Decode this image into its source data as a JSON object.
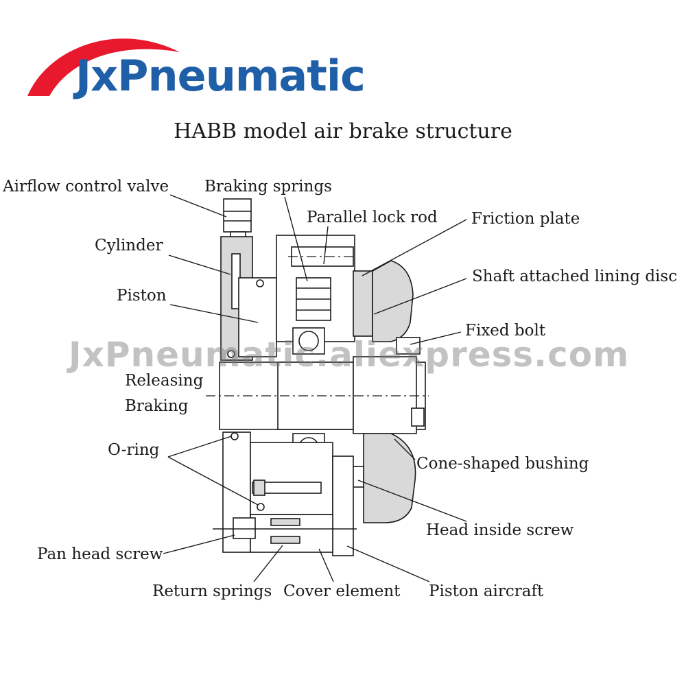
{
  "logo": {
    "text": "JxPneumatic",
    "swoosh_color": "#e8192c",
    "text_color": "#1f5fa8"
  },
  "title": "HABB model air brake structure",
  "watermark": "JxPneumatic.aliexpress.com",
  "labels": {
    "airflow_control_valve": "Airflow control valve",
    "braking_springs": "Braking springs",
    "parallel_lock_rod": "Parallel lock rod",
    "friction_plate": "Friction plate",
    "cylinder": "Cylinder",
    "shaft_attached_lining_disc": "Shaft attached lining disc",
    "piston": "Piston",
    "fixed_bolt": "Fixed bolt",
    "releasing": "Releasing",
    "braking": "Braking",
    "o_ring": "O-ring",
    "cone_shaped_bushing": "Cone-shaped bushing",
    "head_inside_screw": "Head inside screw",
    "pan_head_screw": "Pan head screw",
    "return_springs": "Return springs",
    "cover_element": "Cover element",
    "piston_aircraft": "Piston aircraft"
  }
}
